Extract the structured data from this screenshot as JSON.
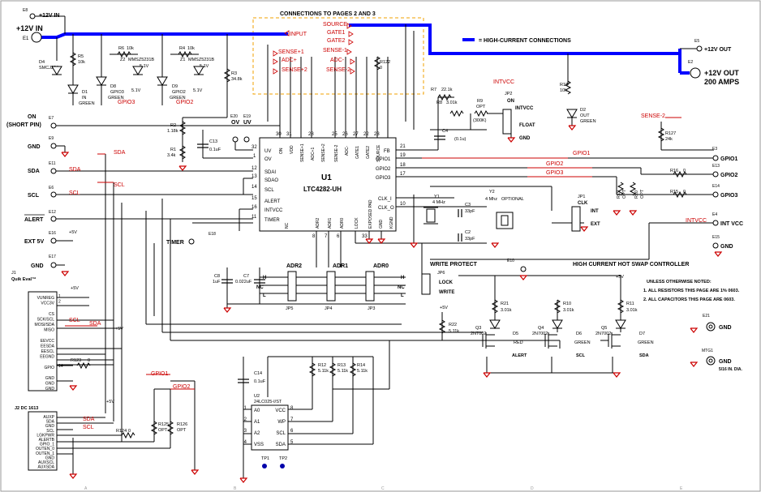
{
  "colors": {
    "wire": "#000000",
    "high_current": "#0000ff",
    "net_label": "#cc0000",
    "border": "#f0a000"
  },
  "labels": {
    "header_connections": "CONNECTIONS TO PAGES 2 AND 3",
    "legend_high_current": "= HIGH-CURRENT CONNECTIONS",
    "e8_12v_in": "+12V IN",
    "e1_12v_in": "+12V IN",
    "e5_12v_out": "+12V OUT",
    "e2_12v_out_line1": "+12V OUT",
    "e2_12v_out_line2": "200 AMPS",
    "input": "INPUT",
    "source": "SOURCE",
    "gate1": "GATE1",
    "gate2": "GATE2",
    "sense_m1": "SENSE-1",
    "sense_p1": "SENSE+1",
    "adc_p": "ADC+",
    "adc_m": "ADC-",
    "sense_p2": "SENSE+2",
    "sense_m2": "SENSE-2",
    "sense_m2b": "SENSE-2",
    "on_line1": "ON",
    "on_line2": "(SHORT PIN)",
    "gnd_e9": "GND",
    "sda": "SDA",
    "scl": "SCL",
    "alert": "ALERT",
    "ext5v": "EXT 5V",
    "gnd_e17": "GND",
    "timer": "TIMER",
    "gpio1": "GPIO1",
    "gpio2": "GPIO2",
    "gpio3": "GPIO3",
    "int_vcc": "INT VCC",
    "gnd_e15": "GND",
    "gnd_e21": "GND",
    "gnd_mtg1": "GND",
    "mtg_size": "5/16 IN. DIA.",
    "title": "HIGH CURRENT HOT SWAP CONTROLLER",
    "notes_title": "UNLESS OTHERWISE NOTED:",
    "note1": "1. ALL RESISTORS THIS PAGE ARE 1% 0603.",
    "note2": "2. ALL CAPACITORS THIS PAGE ARE 0603.",
    "u1_name": "U1",
    "u1_part": "LTC4282-UH",
    "u2_name": "U2",
    "u2_part": "24LC025-I/ST",
    "write_protect": "WRITE PROTECT",
    "lock": "LOCK",
    "write": "WRITE",
    "optional": "OPTIONAL",
    "float": "FLOAT",
    "intvcc": "INTVCC",
    "intvcc2": "INTVCC",
    "intvcc3": "INTVCC",
    "on_jp2": "ON",
    "gnd_jp2": "GND",
    "clk": "CLK",
    "int": "INT",
    "ext": "EXT",
    "j1_line1": "J1",
    "j1_line2": "Quik Eval™",
    "j2": "J2 DC 1613",
    "adr2": "ADR2",
    "adr1": "ADR1",
    "adr0": "ADR0",
    "alert_led": "ALERT",
    "scl_led": "SCL",
    "sda_led": "SDA",
    "red": "RED",
    "green_d6": "GREEN",
    "green_d7": "GREEN",
    "out_d2": "OUT",
    "green_d2": "GREEN",
    "in_d1": "IN",
    "green_d1": "GREEN",
    "p5v": "+5V",
    "ov": "OV",
    "uv": "UV"
  },
  "pins_u1_top": [
    "ON",
    "VDD",
    "SENSE+1",
    "ADC+1",
    "SENSE+2",
    "SENSE-2",
    "ADC-",
    "GATE1",
    "GATE2",
    "SOURCE"
  ],
  "pins_u1_top_num": [
    "30",
    "31",
    "28",
    "",
    "",
    "25",
    "26",
    "27",
    "22",
    "23"
  ],
  "pins_u1_left": [
    "UV",
    "OV",
    "SDAI",
    "SDAO",
    "SCL",
    "ALERT",
    "INTVCC",
    "TIMER"
  ],
  "pins_u1_left_num": [
    "32",
    "1",
    "12",
    "13",
    "14",
    "15",
    "16",
    "11"
  ],
  "pins_u1_right": [
    "FB",
    "GPIO1",
    "GPIO2",
    "GPIO3",
    "CLK_I",
    "CLK_O",
    "GND",
    "KGND"
  ],
  "pins_u1_right_num": [
    "21",
    "19",
    "18",
    "17",
    "",
    "10"
  ],
  "pins_u1_bottom": [
    "NC",
    "ADR2",
    "ADR1",
    "ADR0",
    "LOCK",
    "EXPOSED PAD",
    "GND",
    "KGND"
  ],
  "pins_u1_bottom_num": [
    "9",
    "8",
    "7",
    "6",
    "33"
  ],
  "pins_u2_left": [
    "A0",
    "A1",
    "A2",
    "VSS"
  ],
  "pins_u2_left_num": [
    "1",
    "2",
    "3",
    "4"
  ],
  "pins_u2_right": [
    "VCC",
    "WP",
    "SCL",
    "SDA"
  ],
  "pins_u2_right_num": [
    "8",
    "7",
    "6",
    "5"
  ],
  "j1_pins": [
    "VUNREG",
    "VCC3V",
    "",
    "CS",
    "SCK/SCL",
    "MOSI/SDA",
    "MISO",
    "",
    "EEVCC",
    "EESDA",
    "EESCL",
    "EEGND",
    "",
    "GPIO",
    "",
    "GND",
    "GND",
    "GND"
  ],
  "j1_nums": [
    "1",
    "2",
    "",
    "",
    "",
    "",
    "",
    "",
    "",
    "",
    "",
    "",
    "",
    "14"
  ],
  "j2_pins": [
    "AUXP",
    "SDA",
    "GND",
    "SCL",
    "LGKPWR",
    "ALERTB",
    "GPIO_1",
    "OUTEN_0",
    "OUTEN_1",
    "GND",
    "AUXSCL",
    "AUXSDA"
  ],
  "refdes": [
    {
      "ref": "E8",
      "val": ""
    },
    {
      "ref": "E1",
      "val": ""
    },
    {
      "ref": "E5",
      "val": ""
    },
    {
      "ref": "E2",
      "val": ""
    },
    {
      "ref": "E7",
      "val": ""
    },
    {
      "ref": "E9",
      "val": ""
    },
    {
      "ref": "E11",
      "val": ""
    },
    {
      "ref": "E6",
      "val": ""
    },
    {
      "ref": "E12",
      "val": ""
    },
    {
      "ref": "E16",
      "val": ""
    },
    {
      "ref": "E17",
      "val": ""
    },
    {
      "ref": "E18",
      "val": ""
    },
    {
      "ref": "E3",
      "val": ""
    },
    {
      "ref": "E13",
      "val": ""
    },
    {
      "ref": "E14",
      "val": ""
    },
    {
      "ref": "E4",
      "val": ""
    },
    {
      "ref": "E15",
      "val": ""
    },
    {
      "ref": "E21",
      "val": ""
    },
    {
      "ref": "MTG1",
      "val": ""
    },
    {
      "ref": "E20",
      "val": ""
    },
    {
      "ref": "E19",
      "val": ""
    },
    {
      "ref": "E10",
      "val": ""
    },
    {
      "ref": "R5",
      "val": "10k"
    },
    {
      "ref": "R6",
      "val": "10k"
    },
    {
      "ref": "R4",
      "val": "10k"
    },
    {
      "ref": "R3",
      "val": "34.8k"
    },
    {
      "ref": "R2",
      "val": "1.18k"
    },
    {
      "ref": "R1",
      "val": "3.4k"
    },
    {
      "ref": "C13",
      "val": "0.1uF"
    },
    {
      "ref": "R122",
      "val": "0"
    },
    {
      "ref": "R7",
      "val": "22.1k"
    },
    {
      "ref": "R8",
      "val": "3.01k"
    },
    {
      "ref": "R9",
      "val": "OPT"
    },
    {
      "ref": "R18",
      "val": "10k"
    },
    {
      "ref": "R127",
      "val": "24k"
    },
    {
      "ref": "R16",
      "val": "0"
    },
    {
      "ref": "R15",
      "val": "0"
    },
    {
      "ref": "R19",
      "val": "OPT"
    },
    {
      "ref": "R20",
      "val": "OPT"
    },
    {
      "ref": "C4",
      "val": "(0.1u)"
    },
    {
      "ref": "C3",
      "val": "33pF"
    },
    {
      "ref": "C2",
      "val": "33pF"
    },
    {
      "ref": "Y1",
      "val": "4 MHz"
    },
    {
      "ref": "Y2",
      "val": "4 Mhz"
    },
    {
      "ref": "C8",
      "val": "1uF"
    },
    {
      "ref": "C7",
      "val": "0.022uF"
    },
    {
      "ref": "R21",
      "val": "3.01k"
    },
    {
      "ref": "R10",
      "val": "3.01k"
    },
    {
      "ref": "R11",
      "val": "3.01k"
    },
    {
      "ref": "R22",
      "val": "5.11k"
    },
    {
      "ref": "C14",
      "val": "0.1uF"
    },
    {
      "ref": "R12",
      "val": "5.11k"
    },
    {
      "ref": "R13",
      "val": "5.11k"
    },
    {
      "ref": "R14",
      "val": "5.11k"
    },
    {
      "ref": "R123",
      "val": "0"
    },
    {
      "ref": "R124",
      "val": "0"
    },
    {
      "ref": "R125",
      "val": "OPT"
    },
    {
      "ref": "R126",
      "val": "OPT"
    },
    {
      "ref": "D4",
      "val": "SMCJ28A"
    },
    {
      "ref": "Z2",
      "val": "MMSZ5231B"
    },
    {
      "ref": "Z1",
      "val": "MMSZ5231B"
    },
    {
      "ref": "Q3",
      "val": "2N7002"
    },
    {
      "ref": "Q4",
      "val": "2N7002"
    },
    {
      "ref": "Q5",
      "val": "2N7002"
    },
    {
      "ref": "JP1",
      "val": ""
    },
    {
      "ref": "JP2",
      "val": ""
    },
    {
      "ref": "JP3",
      "val": ""
    },
    {
      "ref": "JP4",
      "val": ""
    },
    {
      "ref": "JP5",
      "val": ""
    },
    {
      "ref": "JP6",
      "val": ""
    },
    {
      "ref": "D1",
      "val": ""
    },
    {
      "ref": "D2",
      "val": ""
    },
    {
      "ref": "D5",
      "val": ""
    },
    {
      "ref": "D6",
      "val": ""
    },
    {
      "ref": "D7",
      "val": ""
    },
    {
      "ref": "D8",
      "val": ""
    },
    {
      "ref": "D9",
      "val": ""
    },
    {
      "ref": "TP1",
      "val": ""
    },
    {
      "ref": "TP2",
      "val": ""
    }
  ],
  "misc": {
    "gpio3_label": "GPIO3",
    "gpio2_label": "GPIO2",
    "gpio3_led": "GPIO3",
    "gpio2_led": "GPIO2",
    "green_d8": "GREEN",
    "green_d9": "GREEN",
    "v51_z2": "5.1V",
    "v51_z1": "5.1V",
    "v51_d8": "5.1V",
    "v51_d9": "5.1V",
    "r9_val": "(300K)",
    "h": "H",
    "nc": "NC",
    "l": "L",
    "sda_net": "SDA",
    "scl_net": "SCL",
    "gpio1_net": "GPIO1",
    "gpio2_net": "GPIO2"
  }
}
